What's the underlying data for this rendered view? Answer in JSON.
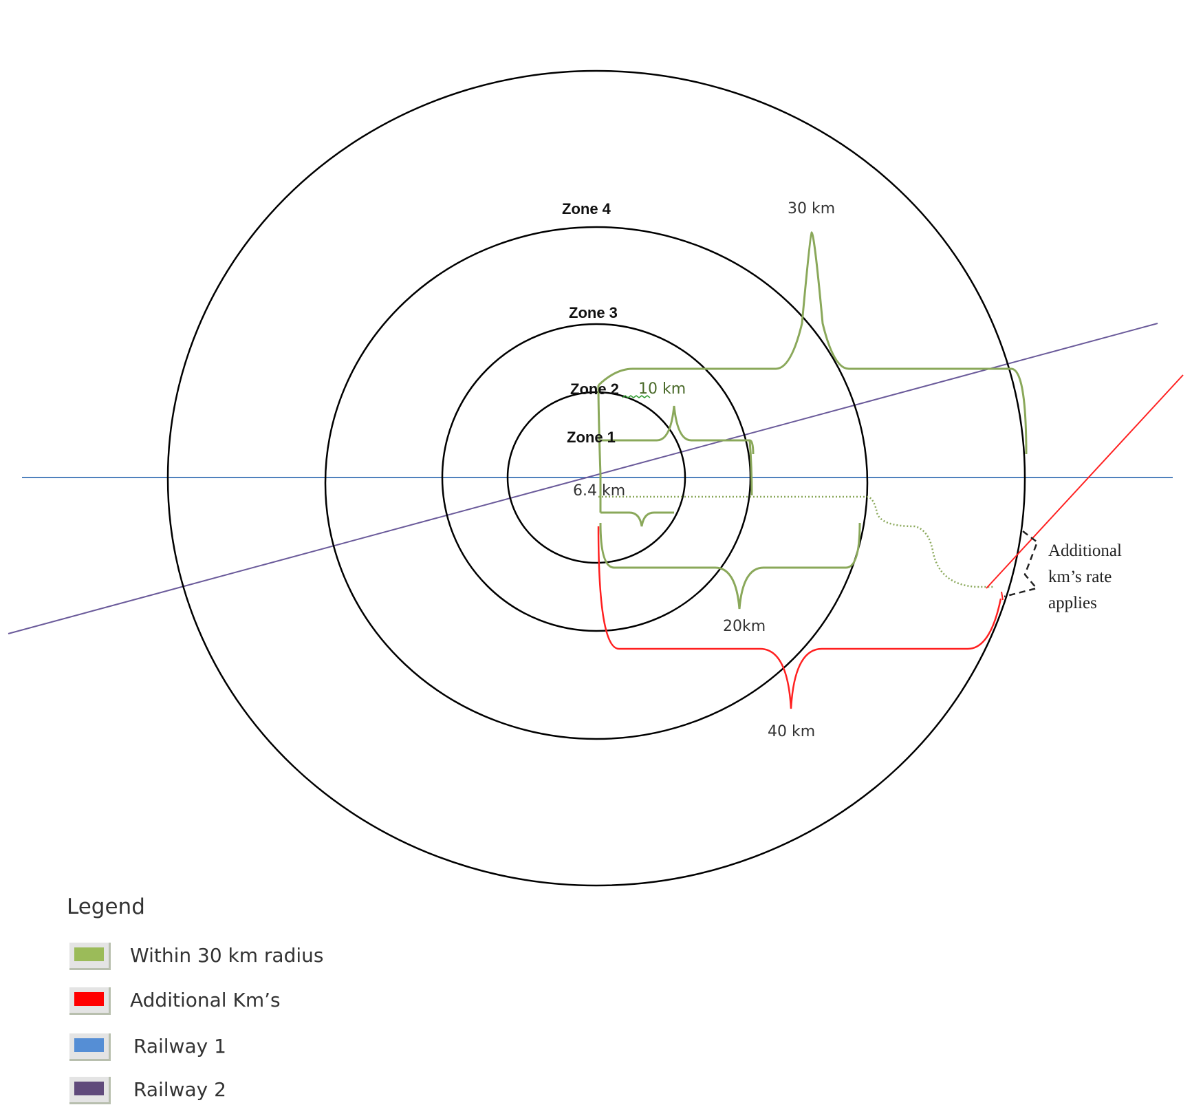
{
  "zones": [
    {
      "label": "Zone 1"
    },
    {
      "label": "Zone 2"
    },
    {
      "label": "Zone 3"
    },
    {
      "label": "Zone 4"
    }
  ],
  "distances": {
    "d6_4": "6.4 km",
    "d10": "10 km",
    "d20": "20km",
    "d30": "30 km",
    "d40": "40 km"
  },
  "note": {
    "line1": "Additional",
    "line2": "km’s rate",
    "line3": "applies"
  },
  "legend": {
    "title": "Legend",
    "items": [
      {
        "label": "Within 30 km radius",
        "color": "#9bbb59"
      },
      {
        "label": "Additional Km’s",
        "color": "#ff0000"
      },
      {
        "label": "Railway  1",
        "color": "#558ed5"
      },
      {
        "label": "Railway  2",
        "color": "#604a7b"
      }
    ]
  },
  "colors": {
    "ring": "#000000",
    "within_radius": "#8aa85a",
    "additional": "#ff2020",
    "railway1": "#4f81bd",
    "railway2": "#6a5a9a"
  }
}
